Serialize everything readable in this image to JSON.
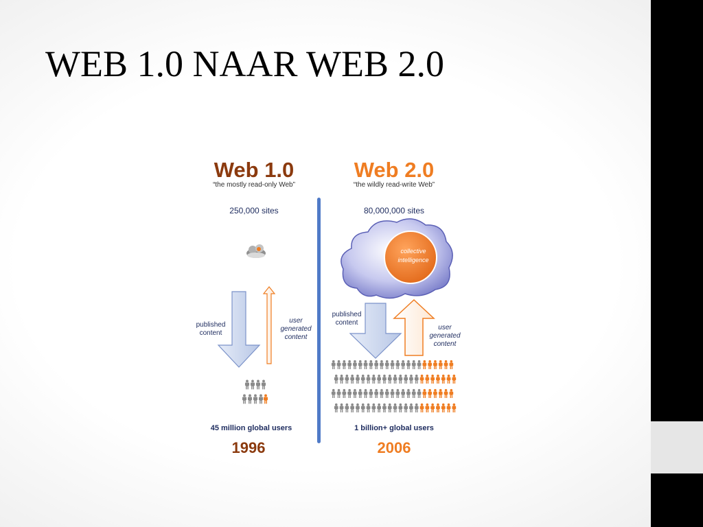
{
  "slide": {
    "title": "WEB 1.0 NAAR WEB 2.0"
  },
  "web1": {
    "title": "Web 1.0",
    "tagline": "“the mostly read-only Web”",
    "sites": "250,000 sites",
    "published": "published\ncontent",
    "user_generated": "user\ngenerated\ncontent",
    "users": "45 million global users",
    "year": "1996"
  },
  "web2": {
    "title": "Web 2.0",
    "tagline": "“the wildly read-write Web”",
    "sites": "80,000,000 sites",
    "collective": "collective\nintelligence",
    "published": "published\ncontent",
    "user_generated": "user\ngenerated\ncontent",
    "users": "1 billion+ global users",
    "year": "2006"
  },
  "colors": {
    "web1_brown": "#8b3a0e",
    "web2_orange": "#ef7d22",
    "divider_blue": "#4f7ac7",
    "navy_text": "#1d2b5e",
    "person_gray": "#8a8a8a",
    "cloud_purple": "#6e72c4"
  },
  "icons": [
    "small-cloud-icon",
    "big-cloud-icon",
    "person-icon",
    "down-arrow-icon",
    "up-arrow-icon"
  ]
}
